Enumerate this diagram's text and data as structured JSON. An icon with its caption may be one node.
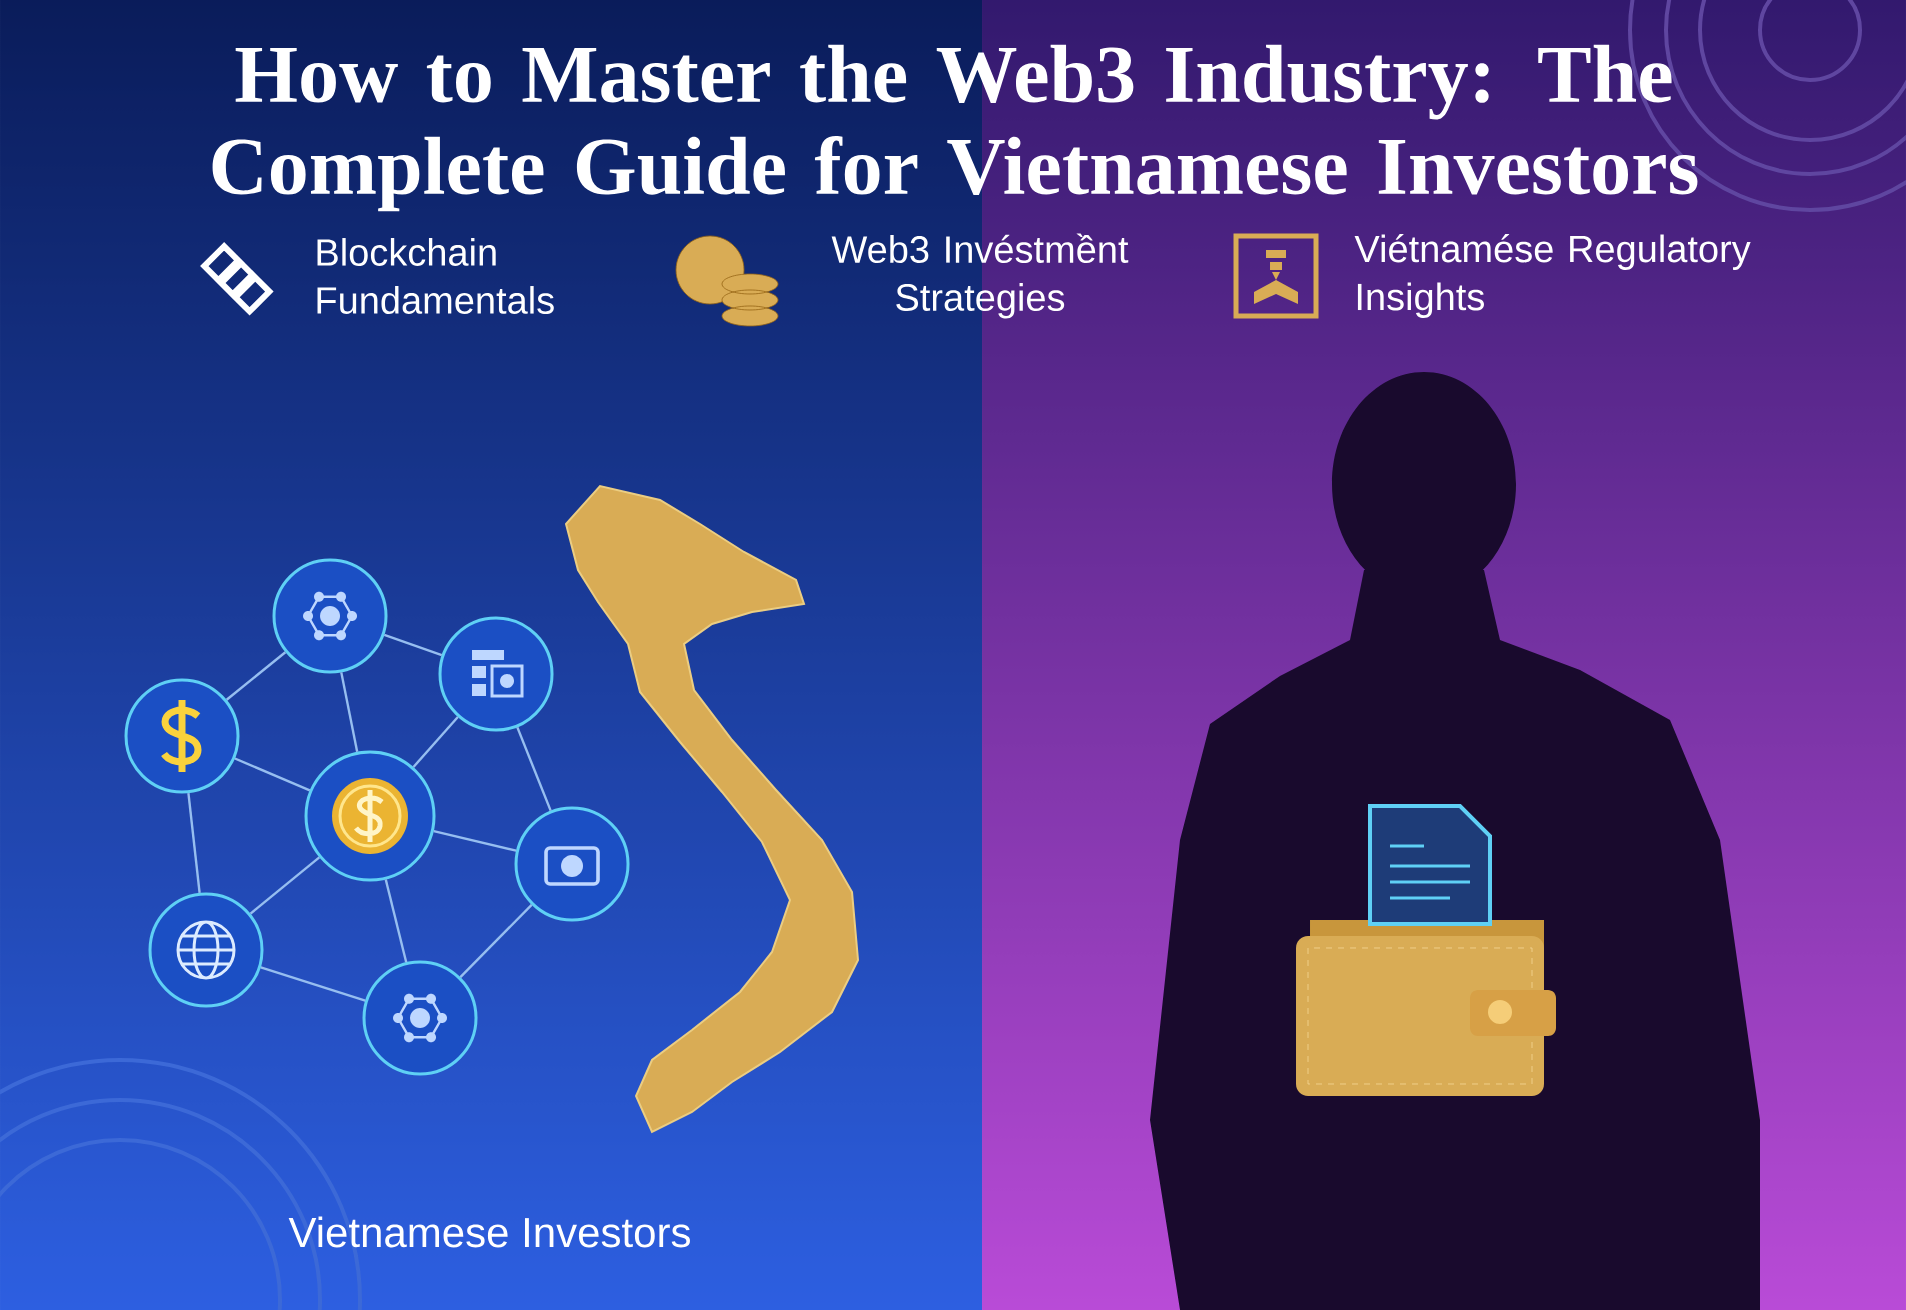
{
  "diagram": {
    "title": "How to Master the Web3 Industry: The Complete Guide for Vietnamese Investors",
    "nodes": [
      {
        "text": [],
        "shape": "circle"
      },
      {
        "text": [],
        "shape": "circle"
      },
      {
        "text": [],
        "shape": "circle"
      },
      {
        "text": [],
        "shape": "circle"
      },
      {
        "text": [],
        "shape": "circle"
      },
      {
        "text": [],
        "shape": "circle"
      },
      {
        "text": [],
        "shape": "circle"
      }
    ],
    "edges": [
      {
        "from": 0,
        "to": 2,
        "arrow": "none"
      },
      {
        "from": 0,
        "to": 1,
        "arrow": "none"
      },
      {
        "from": 0,
        "to": 3,
        "arrow": "none"
      },
      {
        "from": 2,
        "to": 3,
        "arrow": "none"
      },
      {
        "from": 2,
        "to": 5,
        "arrow": "none"
      },
      {
        "from": 1,
        "to": 3,
        "arrow": "none"
      },
      {
        "from": 1,
        "to": 4,
        "arrow": "none"
      },
      {
        "from": 3,
        "to": 4,
        "arrow": "none"
      },
      {
        "from": 3,
        "to": 5,
        "arrow": "none"
      },
      {
        "from": 3,
        "to": 6,
        "arrow": "none"
      },
      {
        "from": 4,
        "to": 6,
        "arrow": "none"
      },
      {
        "from": 5,
        "to": 6,
        "arrow": "none"
      }
    ],
    "labels": [
      "Blockchain Fundamentals",
      "Web3 Invéstmềnt Strategies",
      "Viétnamése Regulatory Insights",
      "Vietnamese Investors"
    ]
  }
}
